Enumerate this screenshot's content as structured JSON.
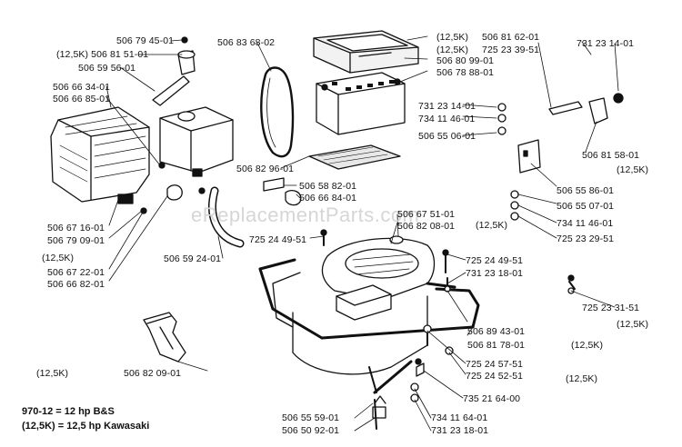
{
  "watermark": "eReplacementParts.com",
  "legend": [
    "970-12 = 12 hp B&S",
    "(12,5K) = 12,5 hp Kawasaki"
  ],
  "labels": [
    "506 79 45-01",
    "(12,5K) 506 81 51-01",
    "506 59 56-01",
    "506 83 68-02",
    "(12,5K)",
    "(12,5K)",
    "506 81 62-01",
    "725 23 39-51",
    "731 23 14-01",
    "506 80 99-01",
    "506 78 88-01",
    "506 66 34-01",
    "506 66 85-01",
    "731 23 14-01",
    "734 11 46-01",
    "506 55 06-01",
    "506 81 58-01",
    "(12,5K)",
    "506 82 96-01",
    "506 58 82-01",
    "506 66 84-01",
    "506 55 86-01",
    "506 55 07-01",
    "(12,5K)",
    "734 11 46-01",
    "725 23 29-51",
    "506 67 51-01",
    "506 82 08-01",
    "506 67 16-01",
    "506 79 09-01",
    "725 24 49-51",
    "506 59 24-01",
    "(12,5K)",
    "725 24 49-51",
    "731 23 18-01",
    "506 67 22-01",
    "506 66 82-01",
    "725 23 31-51",
    "(12,5K)",
    "506 89 43-01",
    "506 81 78-01",
    "(12,5K)",
    "725 24 57-51",
    "725 24 52-51",
    "(12,5K)",
    "(12,5K)",
    "506 82 09-01",
    "735 21 64-00",
    "506 55 59-01",
    "506 50 92-01",
    "734 11 64-01",
    "731 23 18-01"
  ]
}
